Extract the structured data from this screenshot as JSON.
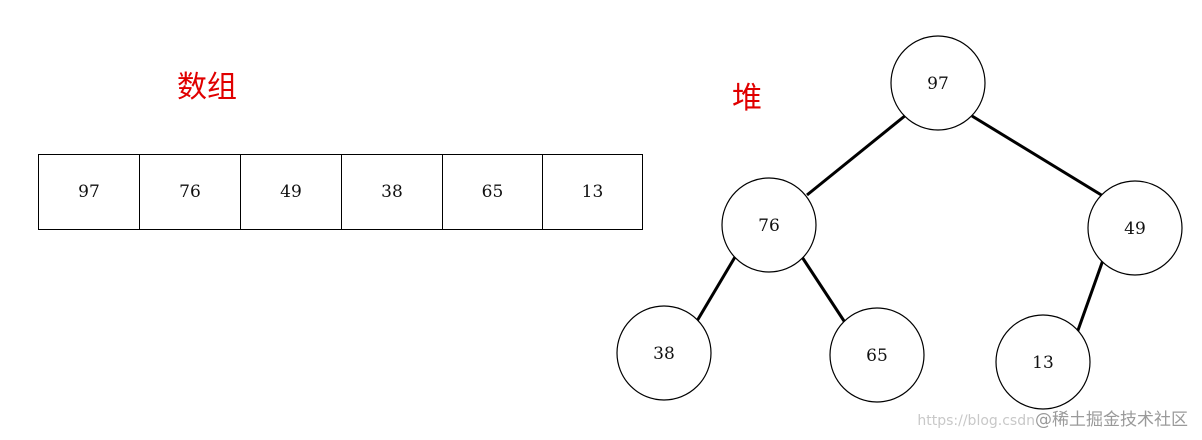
{
  "labels": {
    "array": "数组",
    "heap": "堆"
  },
  "array": [
    "97",
    "76",
    "49",
    "38",
    "65",
    "13"
  ],
  "heap": {
    "nodes": [
      "97",
      "76",
      "49",
      "38",
      "65",
      "13"
    ],
    "edges": [
      [
        0,
        1
      ],
      [
        0,
        2
      ],
      [
        1,
        3
      ],
      [
        1,
        4
      ],
      [
        2,
        5
      ]
    ]
  },
  "watermark": {
    "url": "https://blog.csdn",
    "brand": "@稀土掘金技术社区"
  },
  "colors": {
    "caption": "#e00000",
    "stroke": "#000000"
  }
}
